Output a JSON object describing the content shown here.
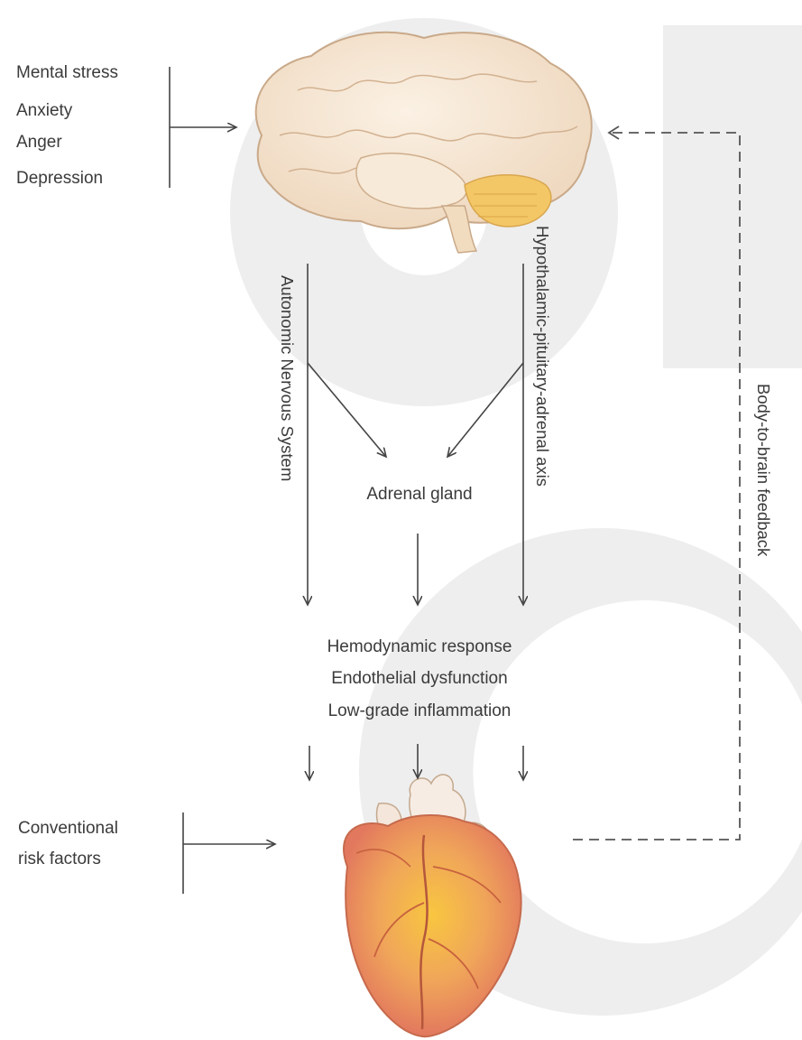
{
  "stressors": [
    "Mental stress",
    "Anxiety",
    "Anger",
    "Depression"
  ],
  "pathways": {
    "left": "Autonomic Nervous System",
    "right": "Hypothalamic-pituitary-adrenal axis"
  },
  "adrenal": "Adrenal gland",
  "responses": [
    "Hemodynamic response",
    "Endothelial dysfunction",
    "Low-grade inflammation"
  ],
  "risk_factors": [
    "Conventional",
    "risk factors"
  ],
  "feedback": "Body-to-brain feedback",
  "colors": {
    "text": "#3b3b3b",
    "line": "#444444",
    "watermark": "#eeeeee",
    "brain": "#f3e3d0",
    "brain_outline": "#c9a989",
    "heart": "#e8876a",
    "heart_highlight": "#f6c23c"
  }
}
